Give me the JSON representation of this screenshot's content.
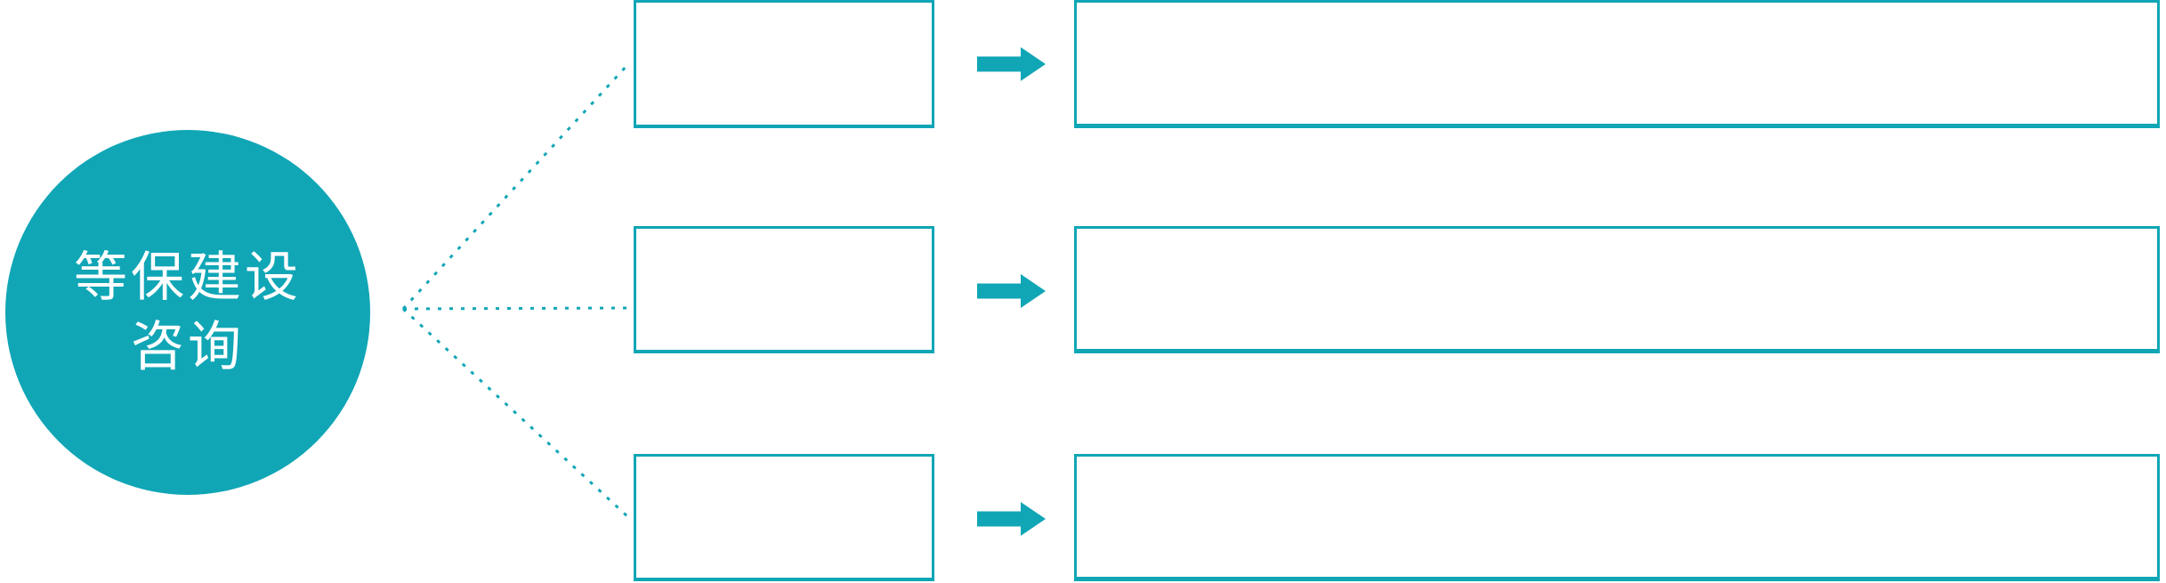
{
  "colors": {
    "accent": "#10A6B6",
    "box_fill": "#FFFFFF",
    "text_on_accent": "#FFFFFF",
    "page_background": "#FFFFFF"
  },
  "diagram": {
    "center_circle": {
      "label_line1": "等保建设",
      "label_line2": "咨询"
    },
    "rows": [
      {
        "category_box_text": "",
        "arrow_icon": "arrow-right",
        "detail_box_text": ""
      },
      {
        "category_box_text": "",
        "arrow_icon": "arrow-right",
        "detail_box_text": ""
      },
      {
        "category_box_text": "",
        "arrow_icon": "arrow-right",
        "detail_box_text": ""
      }
    ]
  }
}
